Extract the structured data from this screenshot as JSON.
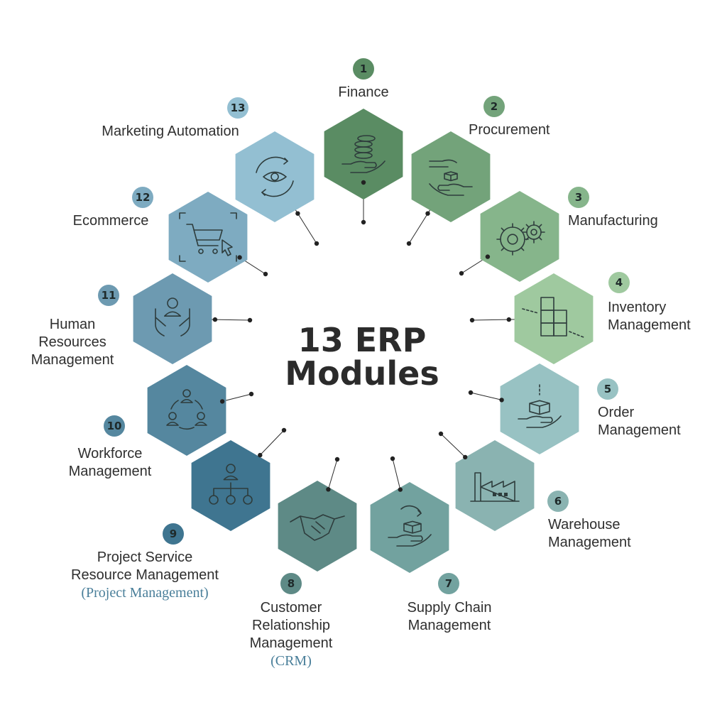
{
  "title": {
    "line1": "13 ERP",
    "line2": "Modules"
  },
  "modules": [
    {
      "num": "1",
      "lines": [
        "Finance"
      ],
      "sub": "",
      "color": "#5a8c63",
      "badge": "#5a8c63",
      "icon": "coins-hand-icon"
    },
    {
      "num": "2",
      "lines": [
        "Procurement"
      ],
      "sub": "",
      "color": "#73a37a",
      "badge": "#73a37a",
      "icon": "box-exchange-hands-icon"
    },
    {
      "num": "3",
      "lines": [
        "Manufacturing"
      ],
      "sub": "",
      "color": "#86b58b",
      "badge": "#86b58b",
      "icon": "gears-icon"
    },
    {
      "num": "4",
      "lines": [
        "Inventory",
        "Management"
      ],
      "sub": "",
      "color": "#9fc99f",
      "badge": "#9fc99f",
      "icon": "stacked-boxes-icon"
    },
    {
      "num": "5",
      "lines": [
        "Order",
        "Management"
      ],
      "sub": "",
      "color": "#98c2c3",
      "badge": "#98c2c3",
      "icon": "box-hand-icon"
    },
    {
      "num": "6",
      "lines": [
        "Warehouse",
        "Management"
      ],
      "sub": "",
      "color": "#8ab3b1",
      "badge": "#8ab3b1",
      "icon": "factory-icon"
    },
    {
      "num": "7",
      "lines": [
        "Supply Chain",
        "Management"
      ],
      "sub": "",
      "color": "#72a29f",
      "badge": "#72a29f",
      "icon": "box-cycle-hand-icon"
    },
    {
      "num": "8",
      "lines": [
        "Customer",
        "Relationship",
        "Management"
      ],
      "sub": "(CRM)",
      "color": "#5e8a86",
      "badge": "#5e8a86",
      "icon": "handshake-icon"
    },
    {
      "num": "9",
      "lines": [
        "Project Service",
        "Resource Management"
      ],
      "sub": "(Project Management)",
      "color": "#3f7590",
      "badge": "#3f7590",
      "icon": "org-chart-icon"
    },
    {
      "num": "10",
      "lines": [
        "Workforce",
        "Management"
      ],
      "sub": "",
      "color": "#55879f",
      "badge": "#55879f",
      "icon": "team-cycle-icon"
    },
    {
      "num": "11",
      "lines": [
        "Human",
        "Resources",
        "Management"
      ],
      "sub": "",
      "color": "#6d9ab1",
      "badge": "#6d9ab1",
      "icon": "person-hands-icon"
    },
    {
      "num": "12",
      "lines": [
        "Ecommerce"
      ],
      "sub": "",
      "color": "#7eabc1",
      "badge": "#7eabc1",
      "icon": "shopping-cart-icon"
    },
    {
      "num": "13",
      "lines": [
        "Marketing Automation"
      ],
      "sub": "",
      "color": "#93bfd2",
      "badge": "#93bfd2",
      "icon": "eye-cycle-icon"
    }
  ]
}
